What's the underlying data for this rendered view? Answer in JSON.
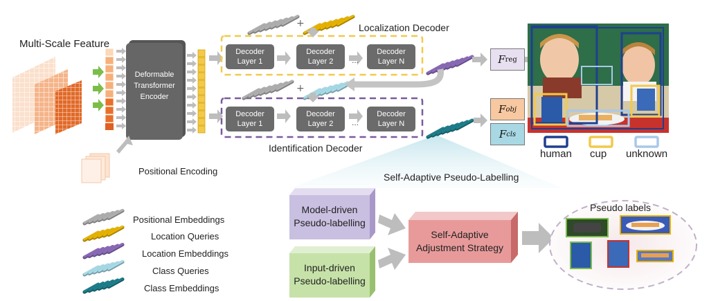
{
  "labels": {
    "multi_scale_feature": "Multi-Scale Feature",
    "encoder": "Deformable\nTransformer\nEncoder",
    "positional_encoding": "Positional Encoding",
    "localization_decoder": "Localization Decoder",
    "identification_decoder": "Identification Decoder",
    "self_adaptive_title": "Self-Adaptive Pseudo-Labelling",
    "model_driven": "Model-driven\nPseudo-labelling",
    "input_driven": "Input-driven\nPseudo-labelling",
    "strategy": "Self-Adaptive\nAdjustment Strategy",
    "pseudo_labels": "Pseudo labels",
    "ellipsis": "..."
  },
  "decoder_layers": [
    "Decoder\nLayer 1",
    "Decoder\nLayer 2",
    "Decoder\nLayer N"
  ],
  "outputs": {
    "f_reg": {
      "base": "F",
      "sub": "reg"
    },
    "f_obj": {
      "base": "F",
      "sub": "obj"
    },
    "f_cls": {
      "base": "F",
      "sub": "cls"
    }
  },
  "image_legend": [
    {
      "label": "human",
      "color": "#1f3f8f"
    },
    {
      "label": "cup",
      "color": "#f2c94c"
    },
    {
      "label": "unknown",
      "color": "#a8c8e8"
    }
  ],
  "legend": [
    {
      "label": "Positional Embeddings",
      "color": "#b0b0b0"
    },
    {
      "label": "Location Queries",
      "color": "#e8b400"
    },
    {
      "label": "Location Embeddings",
      "color": "#8b6bb8"
    },
    {
      "label": "Class Queries",
      "color": "#a8dce8"
    },
    {
      "label": "Class Embeddings",
      "color": "#1e7f8c"
    }
  ],
  "colors": {
    "localization_border": "#f2c94c",
    "identification_border": "#7a5a9c",
    "encoder": "#5a5a5a",
    "feature_orange": "#e8702a",
    "f_reg_fill": "#e8e0f0",
    "f_obj_fill": "#f8c8a0",
    "f_cls_fill": "#a8d8e4",
    "model_block": "#c9bfe0",
    "input_block": "#c6e2a8",
    "strategy_block": "#e89a9a"
  }
}
